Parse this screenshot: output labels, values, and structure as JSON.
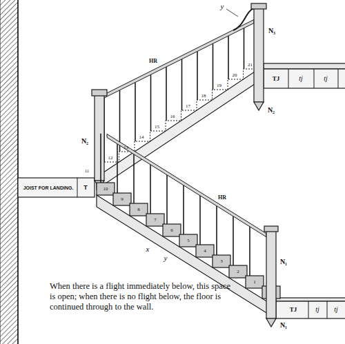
{
  "diagram": {
    "caption": "When there is a flight immediately below, this space is open; when there is no flight below, the floor is continued through to the wall.",
    "labels": [
      "JOIST FOR LANDING.",
      "T",
      "TJ",
      "tj",
      "tj",
      "TJ",
      "tj",
      "tj",
      "HR",
      "HR",
      "y",
      "N₃",
      "N₂",
      "N₂",
      "N₁",
      "N₁",
      "x",
      "y",
      "11",
      "12",
      "13",
      "14",
      "15",
      "16",
      "17",
      "18",
      "19",
      "20",
      "21",
      "10",
      "9",
      "8",
      "7",
      "6",
      "5",
      "4",
      "3",
      "2",
      "1"
    ]
  }
}
